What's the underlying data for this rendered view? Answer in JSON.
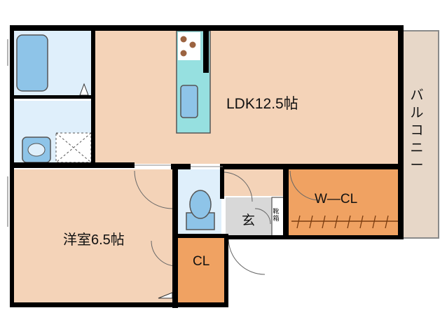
{
  "rooms": {
    "ldk": "LDK12.5帖",
    "yoshitsu": "洋室6.5帖",
    "wcl": "W—CL",
    "genkan": "玄",
    "shoe_box": "靴箱",
    "closet": "CL",
    "balcony": "バルコニー"
  },
  "colors": {
    "floor": "#f4d3b8",
    "closet": "#f0a262",
    "water_area": "#dfeffb",
    "fixture": "#8ec4e8",
    "counter": "#96e0e0",
    "entry": "#d8d8d8",
    "balcony": "#e7d7c8",
    "wall": "#000000",
    "cooktop": "#9b6340"
  }
}
